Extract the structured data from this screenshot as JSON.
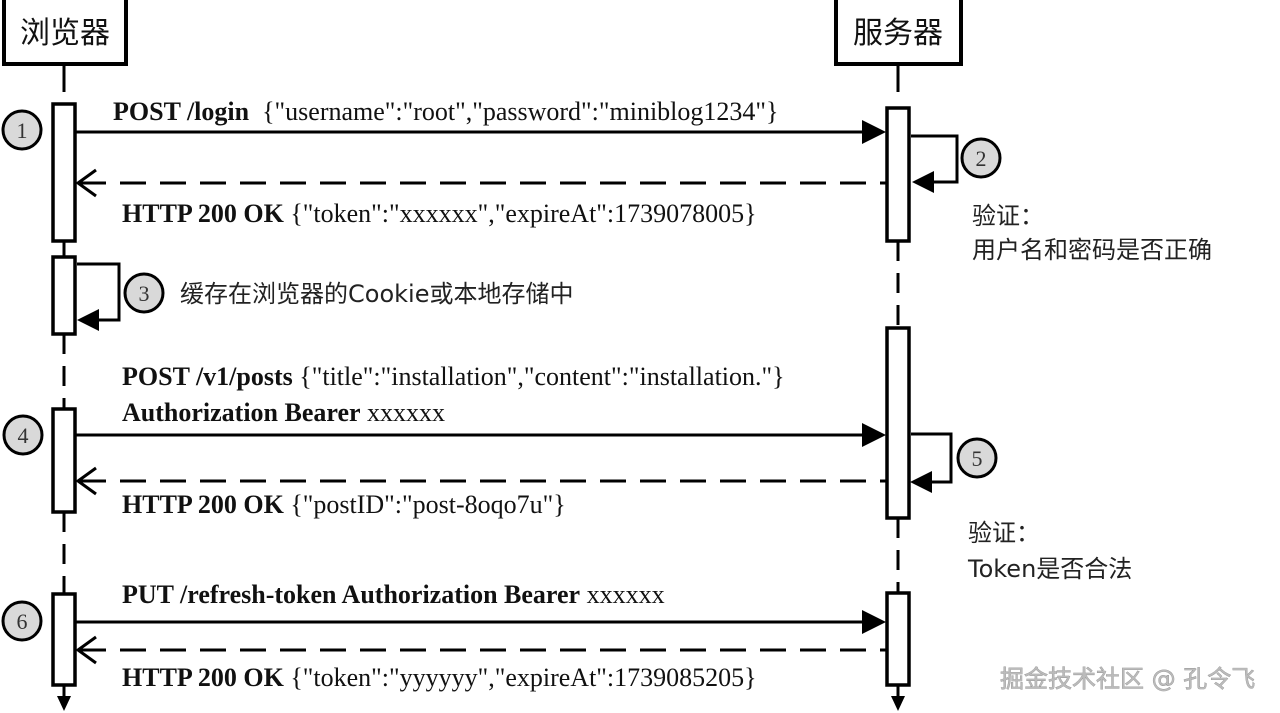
{
  "actors": {
    "browser": {
      "label": "浏览器"
    },
    "server": {
      "label": "服务器"
    }
  },
  "steps": [
    {
      "number": "1"
    },
    {
      "number": "2"
    },
    {
      "number": "3"
    },
    {
      "number": "4"
    },
    {
      "number": "5"
    },
    {
      "number": "6"
    }
  ],
  "messages": {
    "login_request": {
      "bold": "POST /login",
      "body": "  {\"username\":\"root\",\"password\":\"miniblog1234\"}"
    },
    "login_response": {
      "bold": "HTTP 200 OK",
      "body": " {\"token\":\"xxxxxx\",\"expireAt\":1739078005}"
    },
    "store_token": {
      "text": "缓存在浏览器的Cookie或本地存储中"
    },
    "post_request_line1": {
      "bold": "POST /v1/posts",
      "body": " {\"title\":\"installation\",\"content\":\"installation.\"}"
    },
    "post_request_line2": {
      "bold": "Authorization Bearer",
      "body": " xxxxxx"
    },
    "post_response": {
      "bold": "HTTP 200 OK",
      "body": " {\"postID\":\"post-8oqo7u\"}"
    },
    "refresh_request": {
      "bold": "PUT /refresh-token Authorization Bearer",
      "body": " xxxxxx"
    },
    "refresh_response": {
      "bold": "HTTP 200 OK",
      "body": " {\"token\":\"yyyyyy\",\"expireAt\":1739085205}"
    }
  },
  "notes": {
    "verify_credentials": {
      "title": "验证：",
      "text": "用户名和密码是否正确"
    },
    "verify_token": {
      "title": "验证：",
      "text": "Token是否合法"
    }
  },
  "watermark": "掘金技术社区 @ 孔令飞",
  "colors": {
    "line": "#000000",
    "step_circle_fill": "#d9d9d9",
    "background": "#ffffff"
  }
}
